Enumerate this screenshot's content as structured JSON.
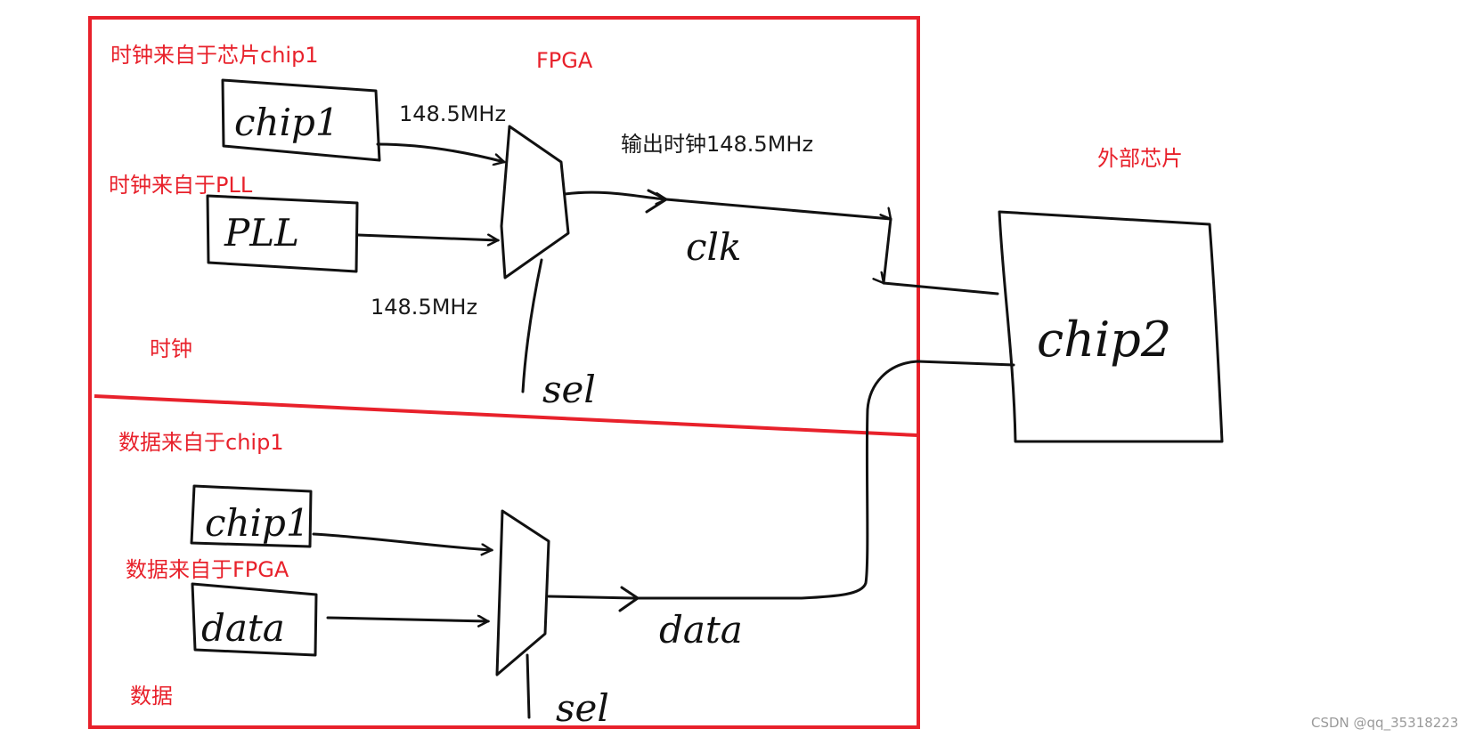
{
  "labels": {
    "fpga": "FPGA",
    "external_chip": "外部芯片",
    "clock_from_chip1": "时钟来自于芯片chip1",
    "clock_from_pll": "时钟来自于PLL",
    "clock_section": "时钟",
    "data_from_chip1": "数据来自于chip1",
    "data_from_fpga": "数据来自于FPGA",
    "data_section": "数据",
    "freq_chip1": "148.5MHz",
    "freq_pll": "148.5MHz",
    "output_clock": "输出时钟148.5MHz"
  },
  "blocks": {
    "clk_chip1": "chip1",
    "pll": "PLL",
    "data_chip1": "chip1",
    "data": "data",
    "chip2": "chip2"
  },
  "signals": {
    "clk": "clk",
    "data": "data",
    "sel_clock": "sel",
    "sel_data": "sel"
  },
  "watermark": "CSDN @qq_35318223",
  "colors": {
    "annotation": "#e8212b",
    "drawing": "#111111"
  }
}
